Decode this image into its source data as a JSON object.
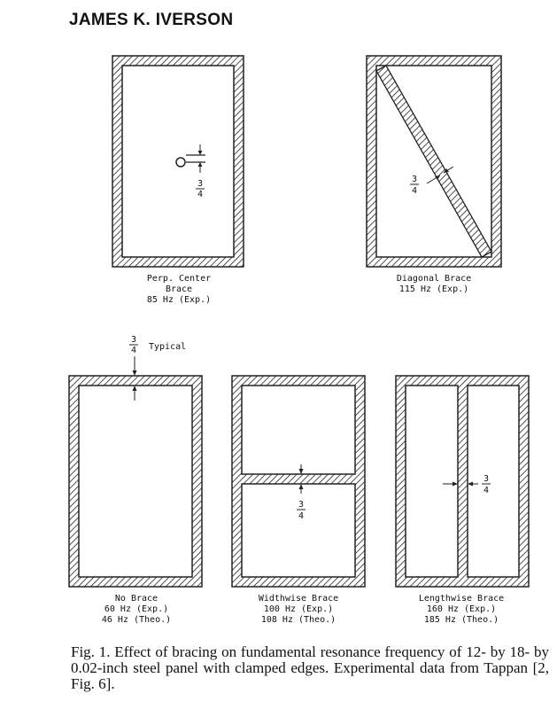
{
  "header": {
    "author": "JAMES K. IVERSON"
  },
  "figure": {
    "panels": [
      {
        "key": "perp",
        "lines": [
          "Perp. Center",
          "Brace",
          "85 Hz (Exp.)"
        ]
      },
      {
        "key": "diag",
        "lines": [
          "Diagonal Brace",
          "115 Hz (Exp.)"
        ]
      },
      {
        "key": "none",
        "lines": [
          "No Brace",
          "60 Hz (Exp.)",
          "46 Hz (Theo.)"
        ]
      },
      {
        "key": "width",
        "lines": [
          "Widthwise Brace",
          "100 Hz (Exp.)",
          "108 Hz (Theo.)"
        ]
      },
      {
        "key": "length",
        "lines": [
          "Lengthwise Brace",
          "160 Hz (Exp.)",
          "185 Hz (Theo.)"
        ]
      }
    ],
    "dimension_num": "3",
    "dimension_den": "4",
    "typical_label": "Typical"
  },
  "caption": "Fig. 1. Effect of bracing on fundamental resonance frequency of 12- by 18- by 0.02-inch steel panel with clamped edges. Experimental data from Tappan [2, Fig. 6]."
}
